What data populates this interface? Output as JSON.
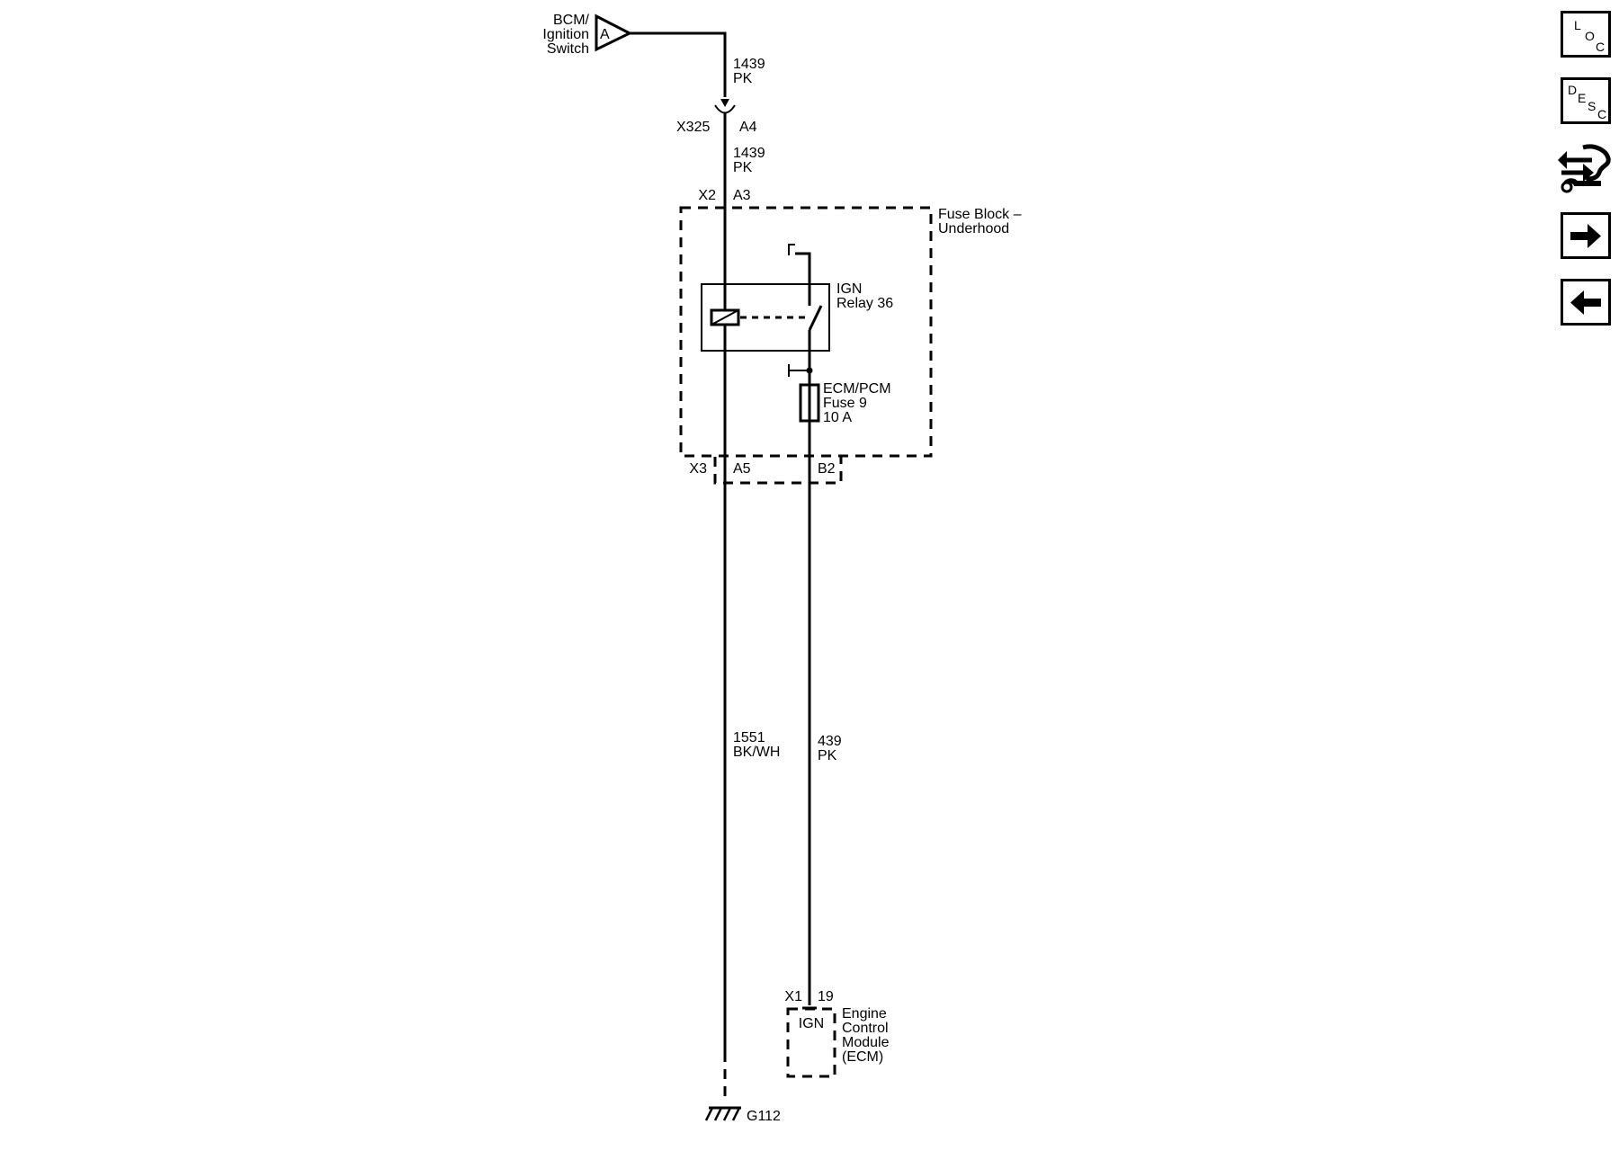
{
  "source": {
    "label_lines": [
      "BCM/",
      "Ignition",
      "Switch"
    ],
    "connector_letter": "A"
  },
  "wires": {
    "w1439_upper": {
      "circuit": "1439",
      "color": "PK"
    },
    "w1439_lower": {
      "circuit": "1439",
      "color": "PK"
    },
    "w1551": {
      "circuit": "1551",
      "color": "BK/WH"
    },
    "w439": {
      "circuit": "439",
      "color": "PK"
    }
  },
  "connectors": {
    "x325": {
      "name": "X325",
      "pin": "A4"
    },
    "x2": {
      "name": "X2",
      "pin": "A3"
    },
    "x3": {
      "name": "X3",
      "pin_a": "A5",
      "pin_b": "B2"
    },
    "x1": {
      "name": "X1",
      "pin": "19"
    }
  },
  "fuse_block": {
    "label_lines": [
      "Fuse Block –",
      "Underhood"
    ]
  },
  "relay": {
    "label_lines": [
      "IGN",
      "Relay 36"
    ]
  },
  "fuse": {
    "label_lines": [
      "ECM/PCM",
      "Fuse 9",
      "10 A"
    ]
  },
  "ecm": {
    "pin_label": "IGN",
    "label_lines": [
      "Engine",
      "Control",
      "Module",
      "(ECM)"
    ]
  },
  "ground": {
    "label": "G112"
  },
  "nav": {
    "loc": [
      "L",
      "O",
      "C"
    ],
    "desc": [
      "D",
      "E",
      "S",
      "C"
    ],
    "tools_icon": "wrench-connector-icon",
    "next_icon": "arrow-right-icon",
    "prev_icon": "arrow-left-icon"
  }
}
